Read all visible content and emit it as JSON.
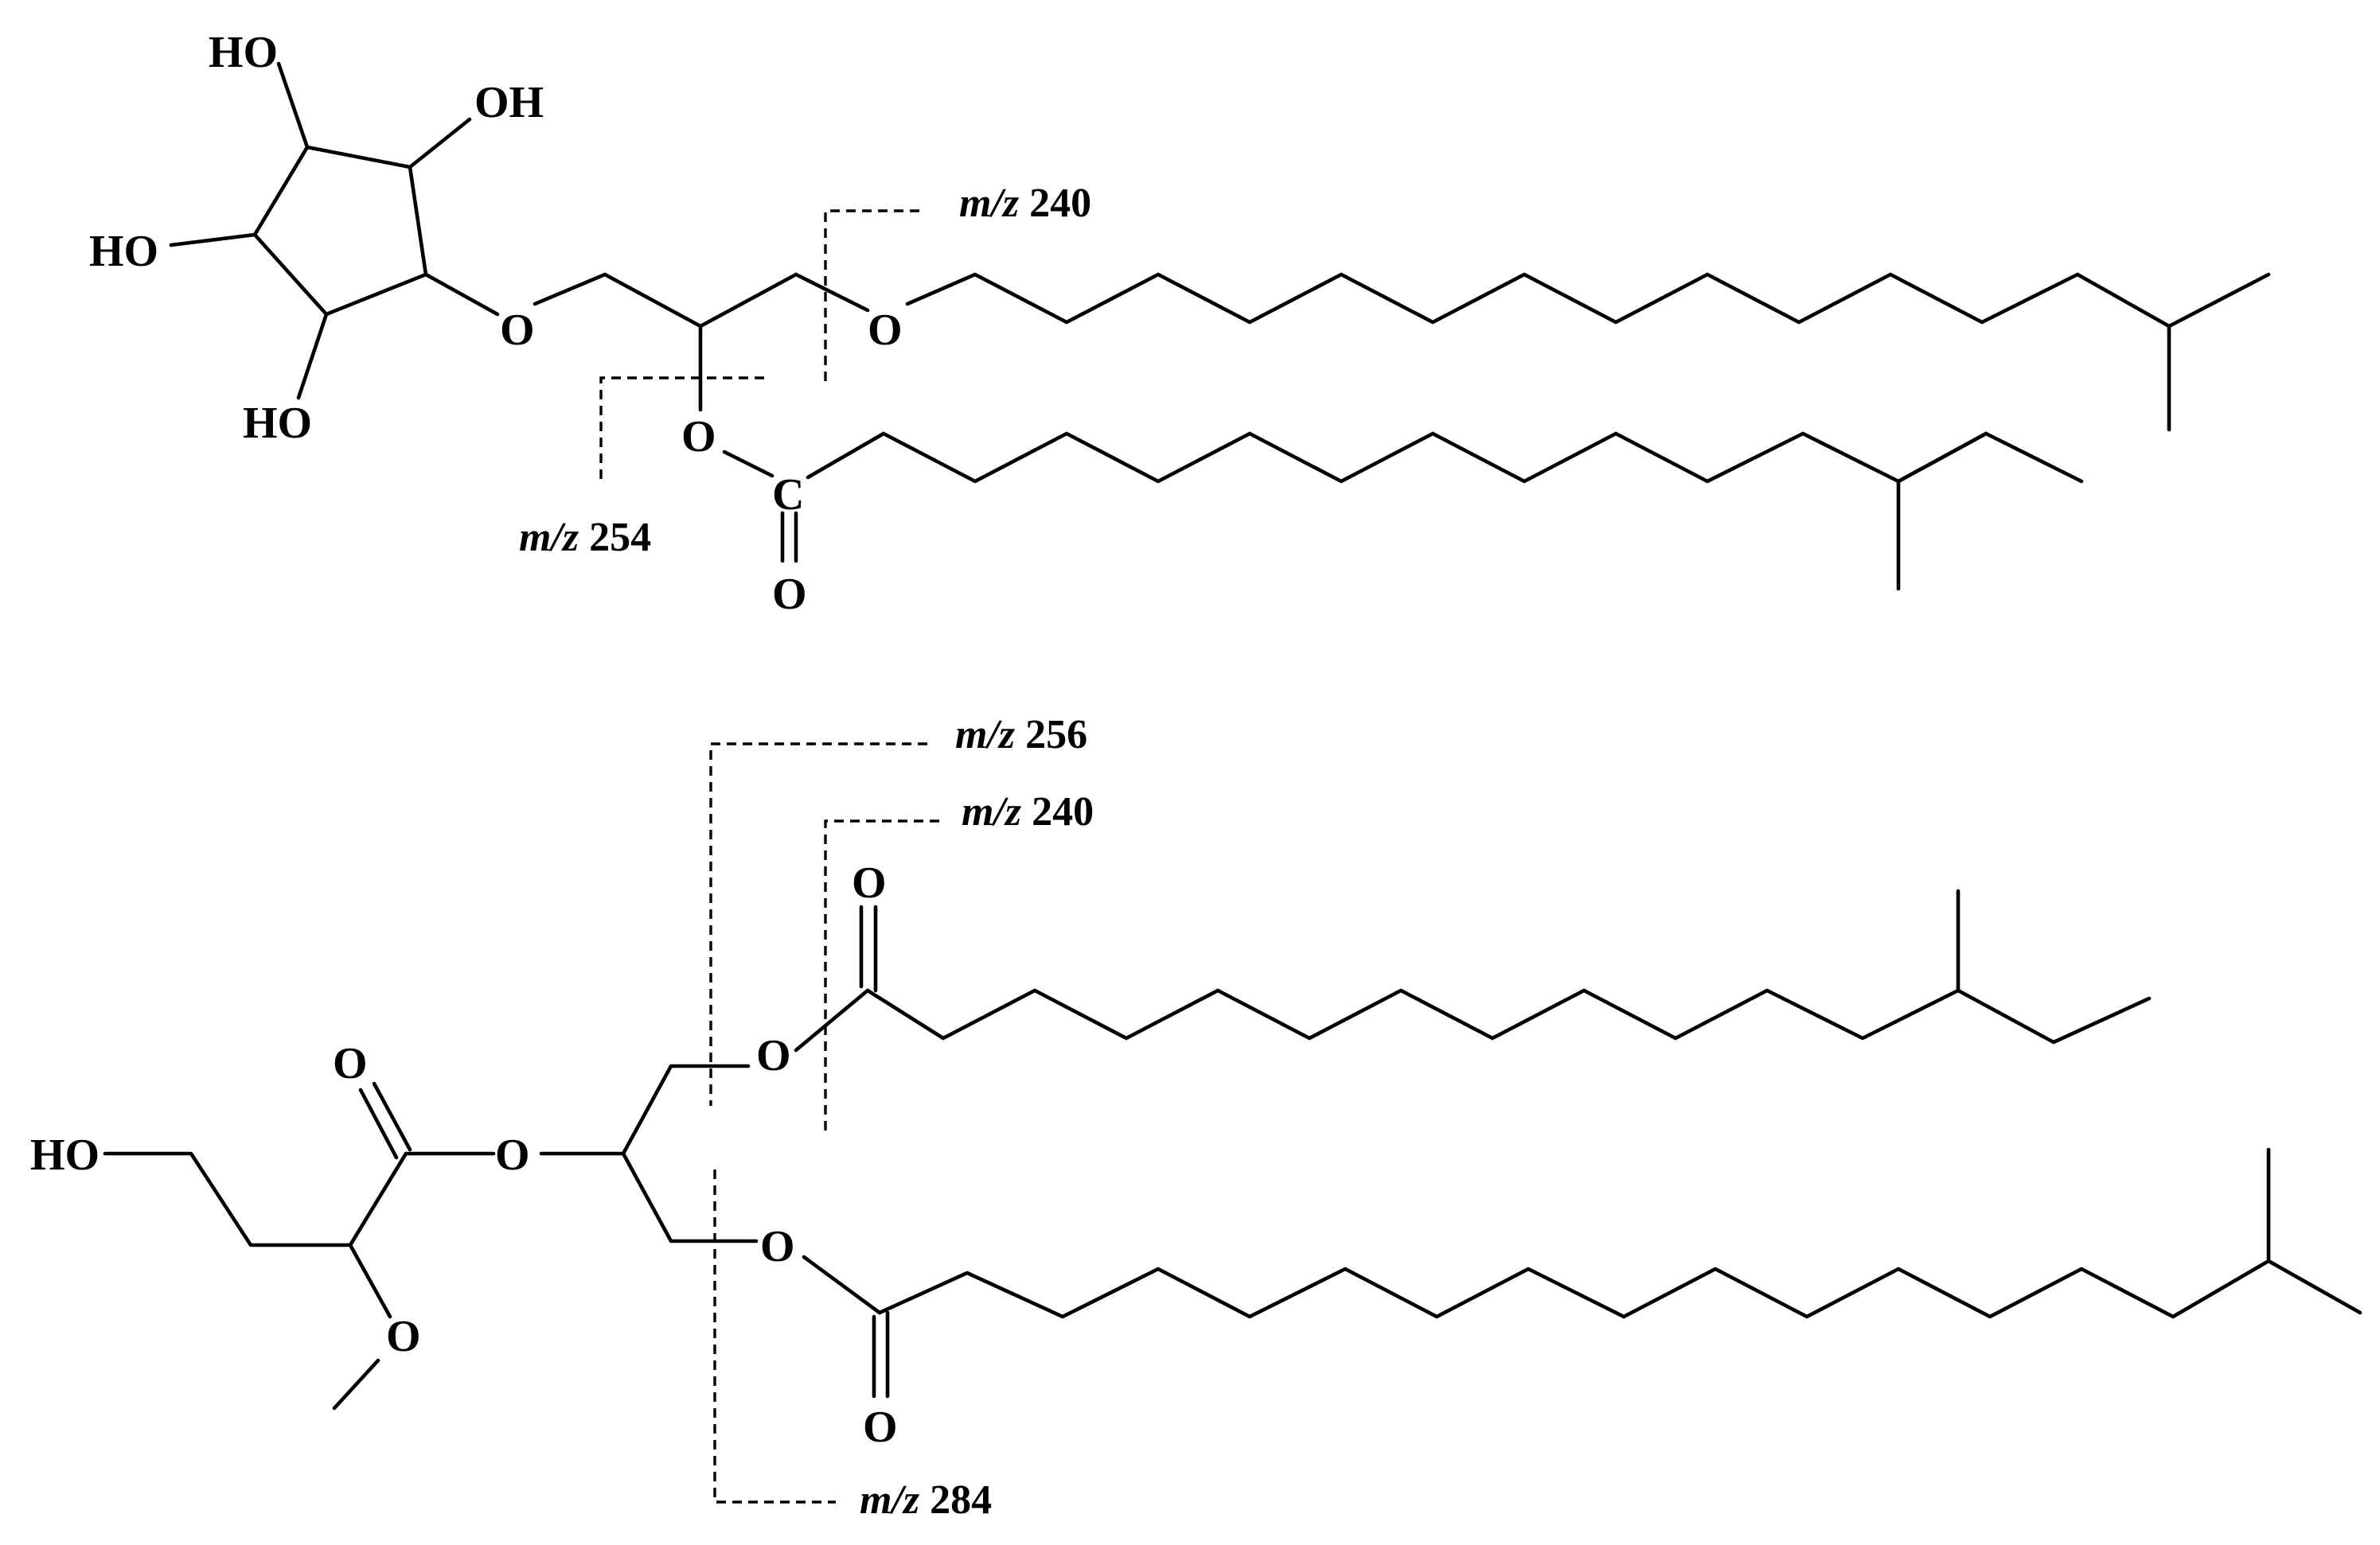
{
  "structure_1": {
    "atoms": {
      "ho_1": "HO",
      "oh_1": "OH",
      "ho_2": "HO",
      "ho_3": "HO",
      "o_ether_1": "O",
      "o_ether_2": "O",
      "o_ester": "O",
      "c_carbonyl": "C",
      "o_carbonyl": "O"
    },
    "fragments": [
      {
        "prefix": "m/z",
        "value": "240"
      },
      {
        "prefix": "m/z",
        "value": "254"
      }
    ]
  },
  "structure_2": {
    "atoms": {
      "ho": "HO",
      "o_methoxy": "O",
      "o_acid_carbonyl": "O",
      "o_ester_center": "O",
      "o_ester_upper": "O",
      "o_upper_carbonyl": "O",
      "o_ester_lower": "O",
      "o_lower_carbonyl": "O"
    },
    "fragments": [
      {
        "prefix": "m/z",
        "value": "256"
      },
      {
        "prefix": "m/z",
        "value": "240"
      },
      {
        "prefix": "m/z",
        "value": "284"
      }
    ]
  }
}
